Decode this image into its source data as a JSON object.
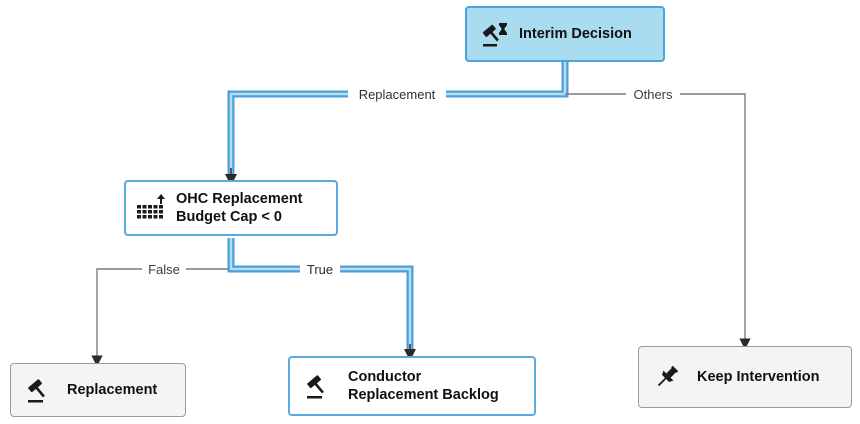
{
  "nodes": {
    "interim": {
      "label": "Interim Decision",
      "icon": "gavel-hourglass-icon"
    },
    "budget": {
      "line1": "OHC Replacement",
      "line2": "Budget Cap < 0",
      "icon": "budget-grid-icon"
    },
    "replacement": {
      "label": "Replacement",
      "icon": "gavel-icon"
    },
    "backlog": {
      "line1": "Conductor",
      "line2": "Replacement Backlog",
      "icon": "gavel-icon"
    },
    "keep": {
      "label": "Keep Intervention",
      "icon": "pushpin-icon"
    }
  },
  "edges": {
    "replacement": "Replacement",
    "others": "Others",
    "false": "False",
    "true": "True"
  },
  "colors": {
    "highlight_path": "#4a9fd8",
    "highlight_inner": "#b9dcf2",
    "edge_grey": "#7a7a7a"
  }
}
